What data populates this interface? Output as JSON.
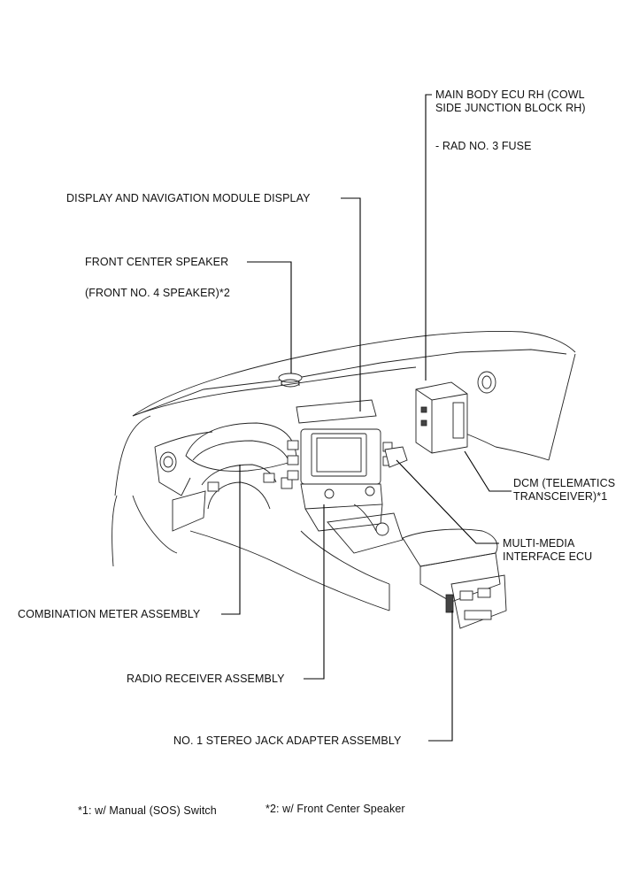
{
  "labels": {
    "main_body_ecu_line1": "MAIN BODY ECU RH (COWL",
    "main_body_ecu_line2": "SIDE JUNCTION BLOCK RH)",
    "rad_fuse": "- RAD NO. 3 FUSE",
    "display_nav": "DISPLAY AND NAVIGATION MODULE DISPLAY",
    "front_center_speaker": "FRONT CENTER SPEAKER",
    "front_no4_speaker": "(FRONT NO. 4 SPEAKER)*2",
    "dcm_line1": "DCM (TELEMATICS",
    "dcm_line2": "TRANSCEIVER)*1",
    "multimedia_line1": "MULTI-MEDIA",
    "multimedia_line2": "INTERFACE ECU",
    "combination_meter": "COMBINATION METER ASSEMBLY",
    "radio_receiver": "RADIO RECEIVER ASSEMBLY",
    "stereo_jack": "NO. 1 STEREO JACK ADAPTER ASSEMBLY"
  },
  "footnotes": {
    "note1": "*1: w/ Manual (SOS) Switch",
    "note2": "*2: w/ Front Center Speaker"
  }
}
